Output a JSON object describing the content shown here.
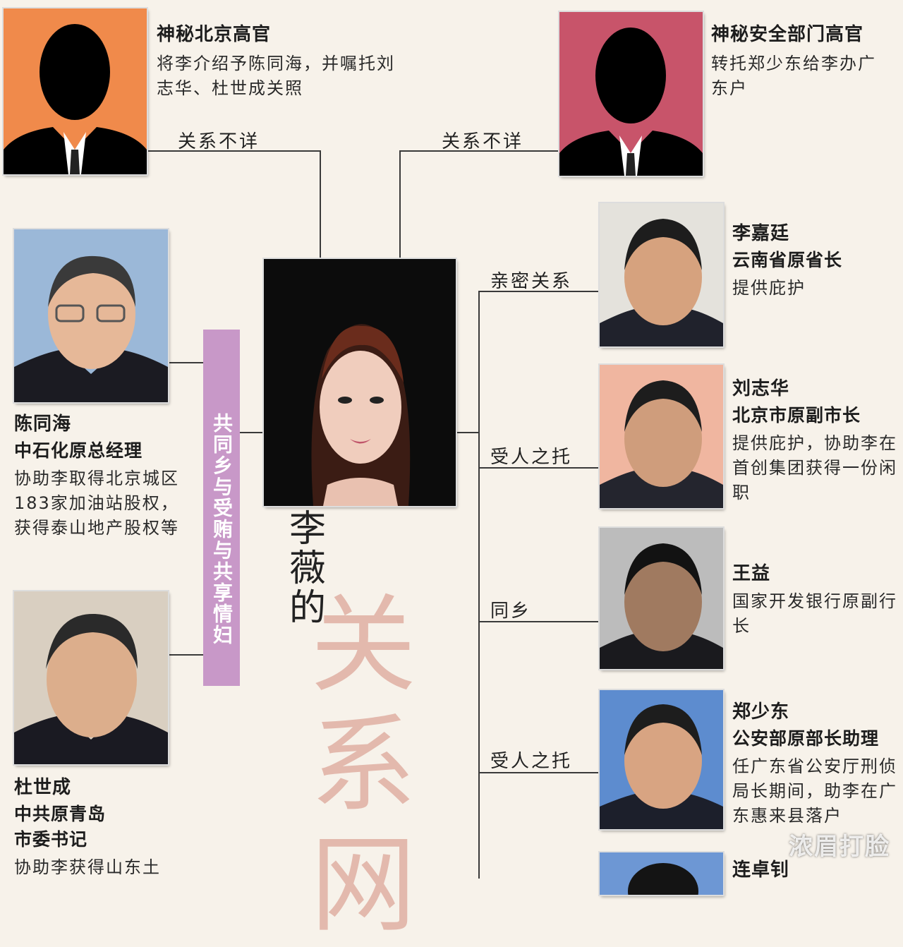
{
  "top_left": {
    "name": "神秘北京高官",
    "desc": "将李介绍予陈同海，并嘱托刘志华、杜世成关照",
    "relation": "关系不详",
    "bg": "#f08a4b"
  },
  "top_right": {
    "name": "神秘安全部门高官",
    "desc": "转托郑少东给李办广东户",
    "relation": "关系不详",
    "bg": "#c8546a"
  },
  "center": {
    "title_small": "李薇的",
    "title_big": "关系网"
  },
  "vertical_label": "共同乡与受贿与共享情妇",
  "left_people": [
    {
      "name": "陈同海",
      "title": "中石化原总经理",
      "desc": "协助李取得北京城区183家加油站股权，获得泰山地产股权等"
    },
    {
      "name": "杜世成",
      "title": "中共原青岛市委书记",
      "desc": "协助李获得山东土"
    }
  ],
  "right_people": [
    {
      "relation": "亲密关系",
      "name": "李嘉廷",
      "title": "云南省原省长",
      "desc": "提供庇护"
    },
    {
      "relation": "受人之托",
      "name": "刘志华",
      "title": "北京市原副市长",
      "desc": "提供庇护，协助李在首创集团获得一份闲职"
    },
    {
      "relation": "同乡",
      "name": "王益",
      "title": "",
      "desc": "国家开发银行原副行长"
    },
    {
      "relation": "受人之托",
      "name": "郑少东",
      "title": "公安部原部长助理",
      "desc": "任广东省公安厅刑侦局长期间，助李在广东惠来县落户"
    },
    {
      "relation": "",
      "name": "连卓钊",
      "title": "",
      "desc": ""
    }
  ],
  "watermark": "浓眉打脸"
}
